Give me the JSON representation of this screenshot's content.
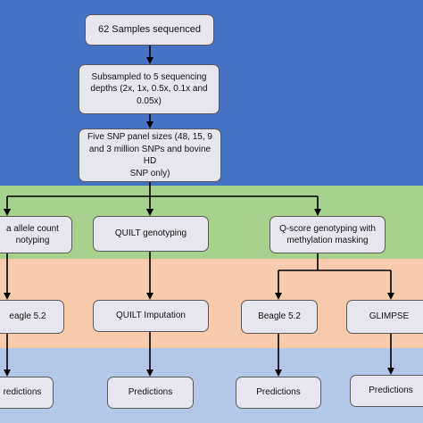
{
  "colors": {
    "band_top": "#4472c4",
    "band_genotyping": "#a9d18e",
    "band_imputation": "#f8cbad",
    "band_predictions": "#b4c7e7",
    "box_fill": "#e7e6ef",
    "box_border": "#5a5a5a"
  },
  "nodes": {
    "samples": "62 Samples sequenced",
    "subsampled": "Subsampled to 5 sequencing\ndepths (2x, 1x, 0.5x, 0.1x and\n0.05x)",
    "snp_panels": "Five SNP panel sizes (48, 15, 9\nand 3 million SNPs and bovine HD\nSNP only)",
    "allele_count": "a allele count\nnotyping",
    "quilt_genotyping": "QUILT genotyping",
    "qscore_genotyping": "Q-score genotyping with\nmethylation masking",
    "beagle_left": "eagle 5.2",
    "quilt_imputation": "QUILT Imputation",
    "beagle_right": "Beagle 5.2",
    "glimpse": "GLIMPSE",
    "pred_1": "redictions",
    "pred_2": "Predictions",
    "pred_3": "Predictions",
    "pred_4": "Predictions"
  }
}
